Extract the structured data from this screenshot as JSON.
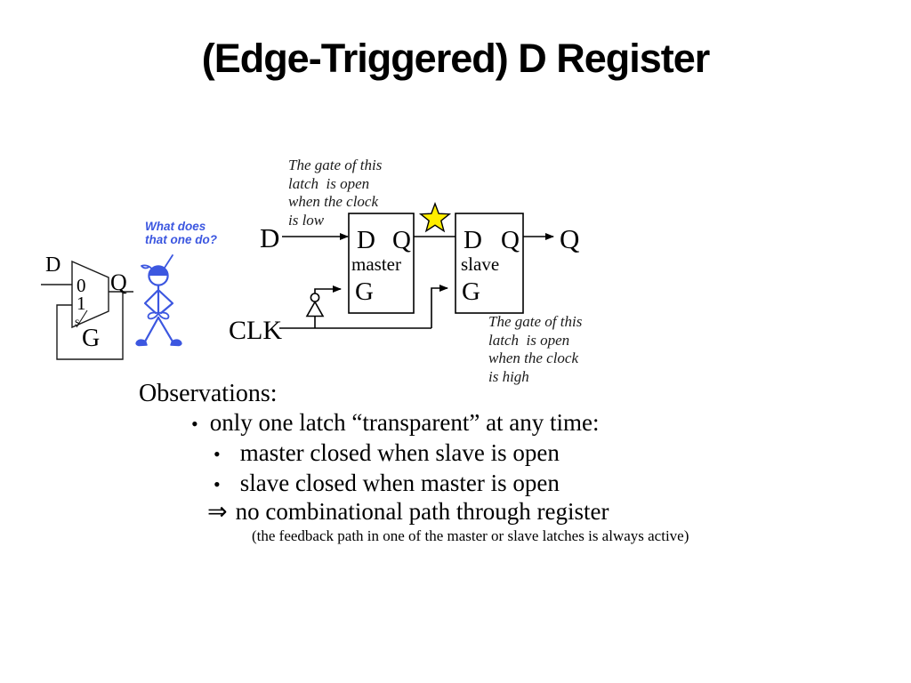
{
  "slide": {
    "title": "(Edge-Triggered) D Register",
    "colors": {
      "ink": "#000000",
      "figure_blue": "#3c57e0",
      "star_yellow": "#ffee00"
    }
  },
  "annotations": {
    "master_gate": {
      "lines": [
        "The gate of this",
        "latch  is open",
        "when the clock",
        "is low"
      ]
    },
    "slave_gate": {
      "lines": [
        "The gate of this",
        "latch  is open",
        "when the clock",
        "is high"
      ]
    },
    "question": {
      "lines": [
        "What does",
        "that one do?"
      ]
    }
  },
  "mux": {
    "d": "D",
    "q": "Q",
    "in0": "0",
    "in1": "1",
    "sel": "s",
    "g": "G"
  },
  "circuit": {
    "d_in": "D",
    "q_out": "Q",
    "clk": "CLK",
    "master": {
      "d": "D",
      "q": "Q",
      "name": "master",
      "g": "G"
    },
    "slave": {
      "d": "D",
      "q": "Q",
      "name": "slave",
      "g": "G"
    }
  },
  "observations": {
    "heading": "Observations:",
    "bullet_glyph": "•",
    "arrow_glyph": "⇒",
    "bullet1": "only one latch “transparent” at any time:",
    "bullet2": "master closed when slave is open",
    "bullet3": "slave closed when master is open",
    "implication": "no combinational path through register",
    "note": "(the feedback path in one of the master or slave latches is always active)"
  }
}
